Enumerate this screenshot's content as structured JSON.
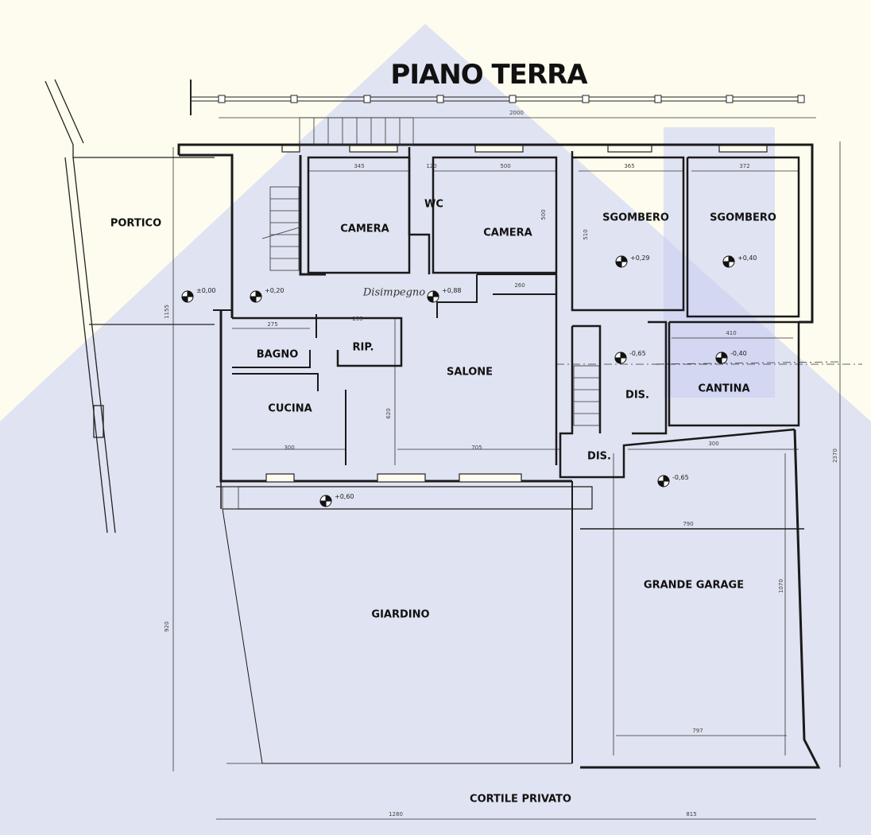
{
  "title": "PIANO TERRA",
  "rooms": {
    "portico": "PORTICO",
    "camera_1": "CAMERA",
    "wc": "WC",
    "camera_2": "CAMERA",
    "sgombero_1": "SGOMBERO",
    "sgombero_2": "SGOMBERO",
    "disimpegno": "Disimpegno",
    "bagno": "BAGNO",
    "rip": "RIP.",
    "salone": "SALONE",
    "cucina": "CUCINA",
    "dis_1": "DIS.",
    "cantina": "CANTINA",
    "dis_2": "DIS.",
    "grande_garage": "GRANDE GARAGE",
    "giardino": "GIARDINO",
    "cortile_privato": "CORTILE PRIVATO"
  },
  "levels": {
    "portico": "±0,00",
    "stairs": "+0,20",
    "disimpegno": "+0,88",
    "sgombero_1": "+0,29",
    "sgombero_2": "+0,40",
    "dis": "-0,65",
    "cantina": "-0,40",
    "garage": "-0,65",
    "giardino": "+0,60"
  },
  "dimensions": {
    "top_total": "2000",
    "camera_1_w": "345",
    "wc_w": "120",
    "camera_2_w": "500",
    "sgombero_1_w": "365",
    "sgombero_2_w": "372",
    "camera_2_h": "500",
    "sgombero_h": "510",
    "dis_w": "260",
    "bagno_w": "275",
    "rip_w": "255",
    "cantina_w": "410",
    "salone_h": "620",
    "cucina_w": "300",
    "salone_w": "705",
    "garage_top_w": "300",
    "garage_w": "790",
    "garage_h": "1070",
    "garage_bottom_w": "797",
    "left_upper": "1155",
    "left_lower": "920",
    "right_total": "2370",
    "bottom_left": "1280",
    "bottom_right": "815"
  }
}
